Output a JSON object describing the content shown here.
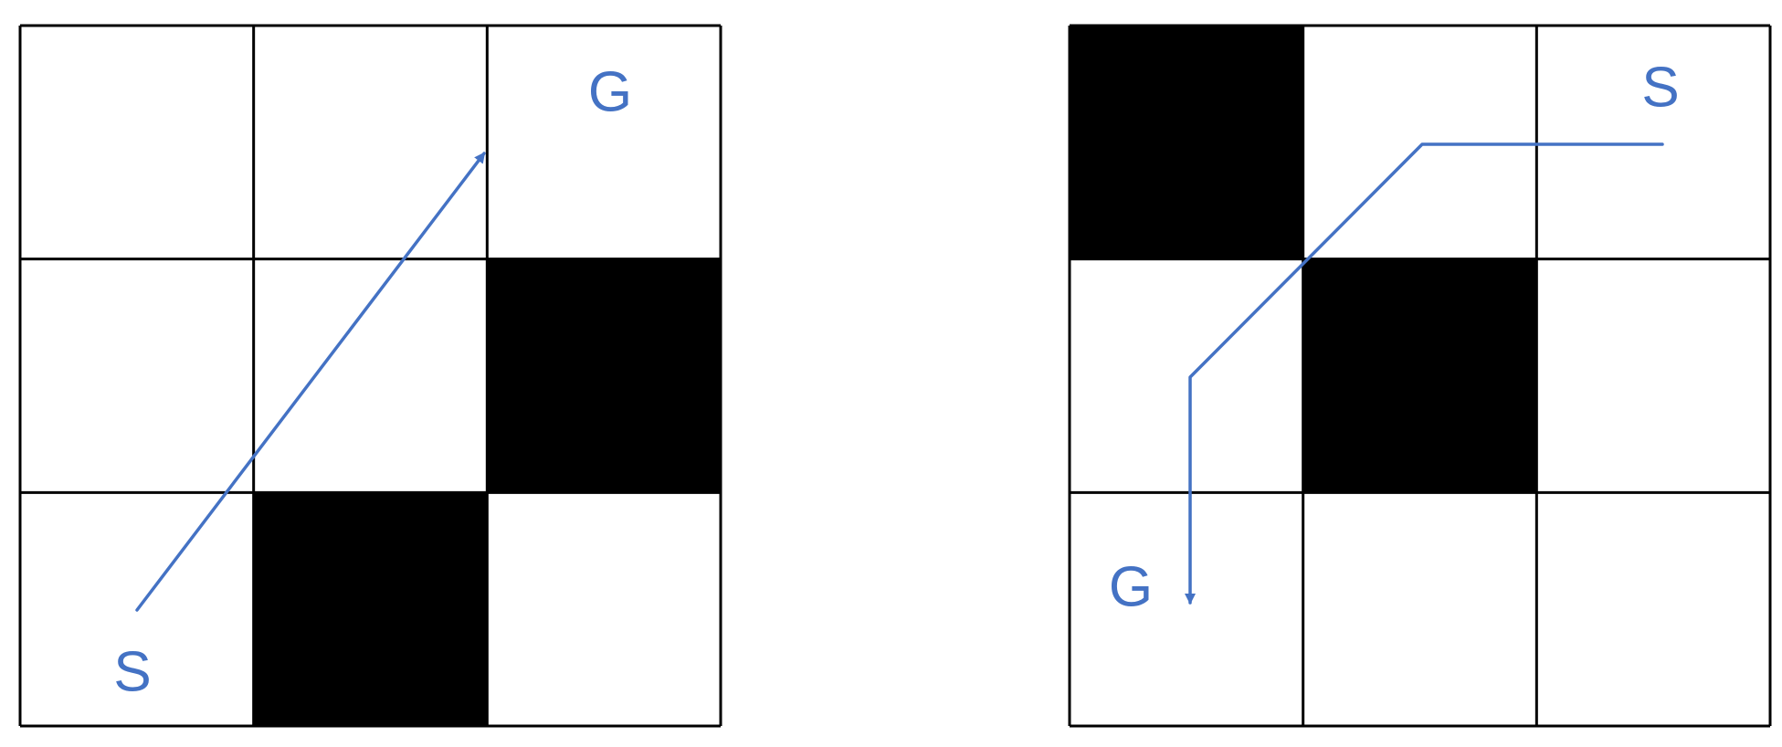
{
  "colors": {
    "path": "#4472C4",
    "obstacle": "#000000",
    "open": "#ffffff",
    "grid_line": "#000000"
  },
  "grids": [
    {
      "rows": 3,
      "cols": 3,
      "cells": [
        [
          "open",
          "open",
          "open"
        ],
        [
          "open",
          "open",
          "blocked"
        ],
        [
          "open",
          "blocked",
          "open"
        ]
      ],
      "start_label": "S",
      "goal_label": "G"
    },
    {
      "rows": 3,
      "cols": 3,
      "cells": [
        [
          "blocked",
          "open",
          "open"
        ],
        [
          "open",
          "blocked",
          "open"
        ],
        [
          "open",
          "open",
          "open"
        ]
      ],
      "start_label": "S",
      "goal_label": "G"
    }
  ]
}
